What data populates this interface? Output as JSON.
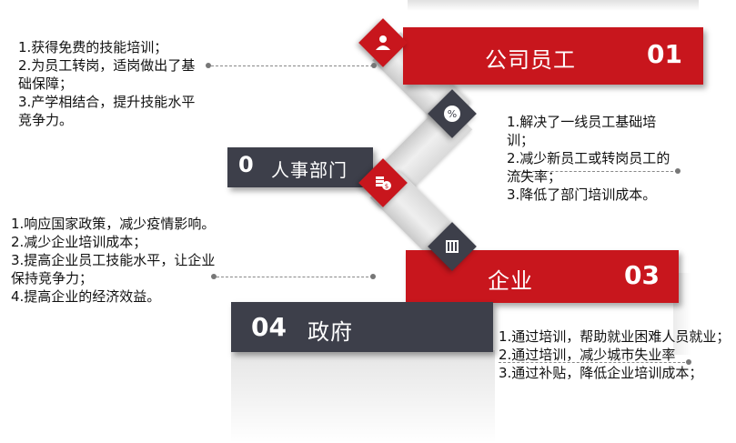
{
  "sections": {
    "employee": {
      "title": "公司员工",
      "number": "01"
    },
    "hr": {
      "title": "人事部门",
      "number": "0"
    },
    "enterprise": {
      "title": "企业",
      "number": "03"
    },
    "government": {
      "title": "政府",
      "number": "04"
    }
  },
  "notes": {
    "employee": [
      "1.获得免费的技能培训；",
      "2.为员工转岗，适岗做出了基础保障；",
      "3.产学相结合，提升技能水平竞争力。"
    ],
    "hr": [
      "1.解决了一线员工基础培训；",
      "2.减少新员工或转岗员工的流失率；",
      "3.降低了部门培训成本。"
    ],
    "enterprise": [
      "1.响应国家政策，减少疫情影响。",
      "2.减少企业培训成本；",
      "3.提高企业员工技能水平，让企业保持竞争力；",
      "4.提高企业的经济效益。"
    ],
    "government": [
      "1.通过培训，帮助就业困难人员就业；",
      "2.通过培训，减少城市失业率",
      "3.通过补贴，降低企业培训成本；"
    ]
  },
  "icons": {
    "employee": "person-icon",
    "hr": "percent-icon",
    "enterprise": "coins-icon",
    "government": "building-icon"
  },
  "colors": {
    "red": "#c8161d",
    "dark": "#3d3f4a",
    "ribbon": "#dcdcdc"
  }
}
